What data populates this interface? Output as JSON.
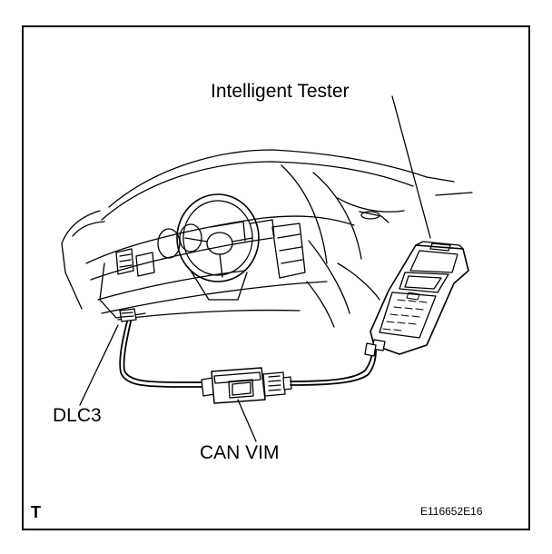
{
  "labels": {
    "intelligent_tester": "Intelligent Tester",
    "dlc3": "DLC3",
    "can_vim": "CAN VIM",
    "section_letter": "T",
    "figure_code": "E116652E16"
  },
  "colors": {
    "line": "#000000",
    "background": "#ffffff"
  }
}
